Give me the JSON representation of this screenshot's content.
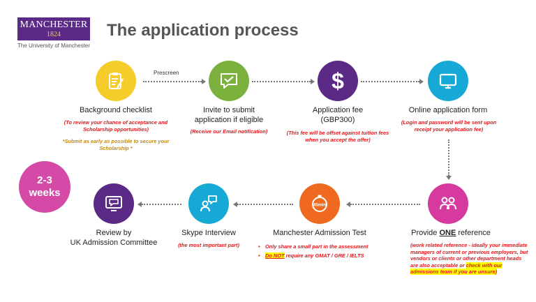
{
  "logo": {
    "name": "MANCHESTER",
    "year": "1824",
    "subtitle": "The University of Manchester"
  },
  "title": "The application process",
  "arrow_label": "Prescreen",
  "weeks_badge": {
    "line1": "2-3",
    "line2": "weeks"
  },
  "steps": [
    {
      "label": "Background checklist",
      "note": "(To review your chance of acceptance and Scholarship opportunities)",
      "extra_note": "*Submit as early as possible to secure your Scholarship *",
      "color": "#f5cc2a",
      "icon": "checklist-icon"
    },
    {
      "label_line1": "Invite to submit",
      "label_line2": "application if eligible",
      "note": "(Receive our Email notification)",
      "color": "#7bb13c",
      "icon": "chat-check-icon"
    },
    {
      "label_line1": "Application fee",
      "label_line2": "(GBP300)",
      "note": "(This fee will be offset against tuition fees when you accept the offer)",
      "color": "#5b2a86",
      "icon": "dollar-icon"
    },
    {
      "label": "Online application form",
      "note": "(Login and password will be sent upon receipt your application fee)",
      "color": "#17a9d5",
      "icon": "monitor-icon"
    },
    {
      "label_pre": "Provide ",
      "label_strong": "ONE",
      "label_post": " reference",
      "note_plain": "(work related  reference - ideally your immediate managers of current or previous employers, but vendors or clients or other department heads are also acceptable or ",
      "note_highlight": "check with our admissions team if you are unsure)",
      "color": "#d63a9e",
      "icon": "people-icon"
    },
    {
      "label": "Manchester Admission Test",
      "icon_text": "45min",
      "bullet1": "Only share a small part in the assessment",
      "bullet2_strong": "Do NOT",
      "bullet2_rest": "  require any GMAT / GRE / IELTS",
      "color": "#ef6a20",
      "icon": "stopwatch-icon"
    },
    {
      "label": "Skype Interview",
      "note": "(the most important part)",
      "color": "#17a9d5",
      "icon": "interview-icon"
    },
    {
      "label_line1": "Review by",
      "label_line2": "UK Admission Committee",
      "color": "#5b2a86",
      "icon": "review-monitor-icon"
    }
  ]
}
